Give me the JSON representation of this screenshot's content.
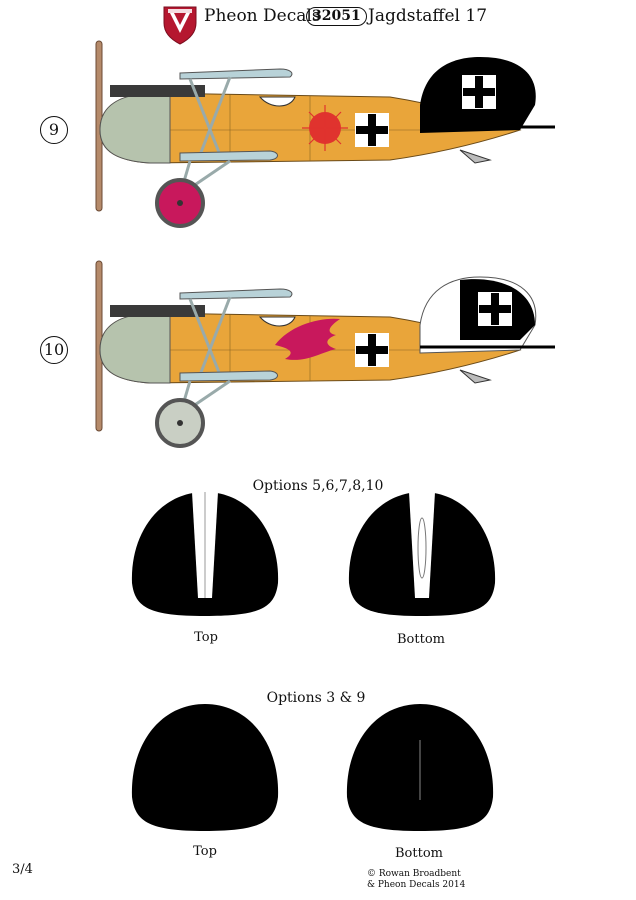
{
  "header": {
    "brand": "Pheon Decals",
    "product_code": "32051",
    "title": "Jagdstaffel 17",
    "logo_icon": "pheon-shield-logo"
  },
  "aircraft": [
    {
      "option": "9",
      "fuselage_color": "#e9a53a",
      "tail_color": "#000000",
      "emblem": "red-sun-emblem",
      "emblem_color": "#e0332e",
      "wheel_color": "#c8185c"
    },
    {
      "option": "10",
      "fuselage_color": "#e9a53a",
      "tail_color": "#ffffff",
      "emblem": "red-eagle-emblem",
      "emblem_color": "#c8185c",
      "wheel_color": "#c9cfc4"
    }
  ],
  "tailplane_sections": [
    {
      "title": "Options 5,6,7,8,10",
      "views": [
        "Top",
        "Bottom"
      ]
    },
    {
      "title": "Options 3 & 9",
      "views": [
        "Top",
        "Bottom"
      ]
    }
  ],
  "footer": {
    "page": "3/4",
    "copyright_line1": "© Rowan Broadbent",
    "copyright_line2": "& Pheon Decals 2014"
  },
  "colors": {
    "orange": "#e9a53a",
    "cowling": "#b6c3ad",
    "black": "#000000",
    "red": "#e0332e",
    "magenta": "#c8185c"
  }
}
